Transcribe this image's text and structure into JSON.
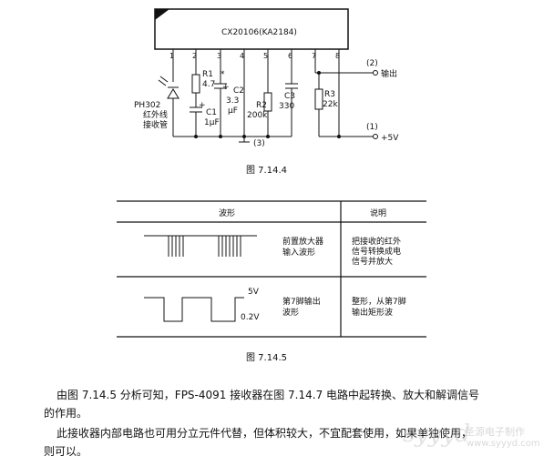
{
  "circuit": {
    "chip_label": "CX20106(KA2184)",
    "pins": [
      "1",
      "2",
      "3",
      "4",
      "5",
      "6",
      "7",
      "8"
    ],
    "components": {
      "r1_name": "R1",
      "r1_value": "4.7",
      "c2_name": "C2",
      "c2_value": "3.3",
      "c2_unit": "μF",
      "c1_name": "C1",
      "c1_value": "1μF",
      "r2_name": "R2",
      "r2_value": "200k",
      "c3_name": "C3",
      "c3_value": "330",
      "r3_name": "R3",
      "r3_value": "22k",
      "diode_label_1": "PH302",
      "diode_label_2": "红外线",
      "diode_label_3": "接收管",
      "plus_mark": "+",
      "star_mark": "*"
    },
    "terminals": {
      "t2_num": "(2)",
      "t2_label": "输出",
      "t1_num": "(1)",
      "t1_label": "+5V",
      "t3_num": "(3)"
    },
    "caption": "图 7.14.4"
  },
  "table": {
    "header_waveform": "波形",
    "header_note": "说明",
    "row1_desc_1": "前置放大器",
    "row1_desc_2": "输入波形",
    "row1_note_1": "把接收的红外",
    "row1_note_2": "信号转换成电",
    "row1_note_3": "信号并放大",
    "row2_desc_1": "第7脚输出",
    "row2_desc_2": "波形",
    "row2_v_high": "5V",
    "row2_v_low": "0.2V",
    "row2_note_1": "整形，从第7脚",
    "row2_note_2": "输出矩形波",
    "caption": "图 7.14.5"
  },
  "paragraphs": {
    "p1_line1": "由图 7.14.5 分析可知，FPS-4091 接收器在图 7.14.7 电路中起转换、放大和解调信号",
    "p1_line2": "的作用。",
    "p2_line1": "此接收器内部电路也可用分立元件代替，但体积较大，不宜配套使用，如果单独使用，",
    "p2_line2": "则可以。"
  },
  "watermark": {
    "logo": "syyyd",
    "name": "圣源电子制作",
    "url": "www.syyyd.com"
  }
}
